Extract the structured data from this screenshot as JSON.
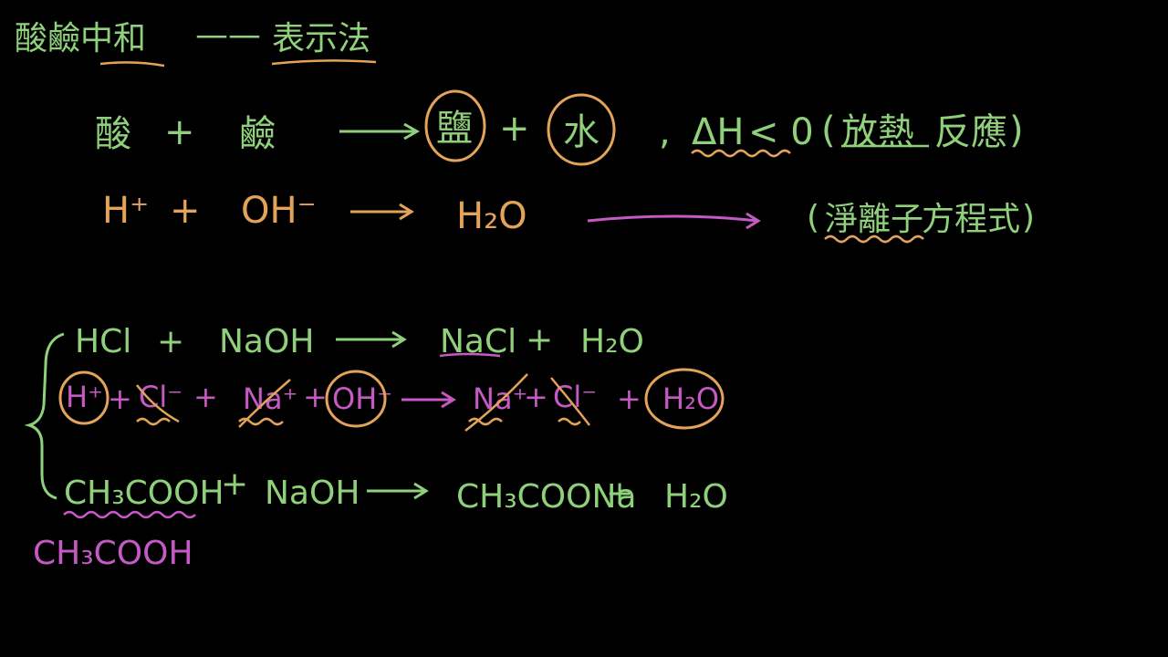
{
  "colors": {
    "green": "#8fd07a",
    "orange": "#e3a35a",
    "magenta": "#c65ac4",
    "background": "#000000"
  },
  "header": {
    "title_a": "酸鹼中和",
    "dash": "——",
    "title_b": "表示法"
  },
  "general": {
    "acid": "酸",
    "plus": "+",
    "base": "鹼",
    "salt": "鹽",
    "water": "水",
    "comma": ",",
    "dh": "ΔH",
    "lt_zero": "< 0",
    "note_open": "(",
    "note_a": "放熱",
    "note_b": "反應",
    "note_close": ")"
  },
  "net_ionic": {
    "h": "H⁺",
    "oh": "OH⁻",
    "h2o": "H₂O",
    "label_open": "(",
    "label_a": "淨離子",
    "label_b": "方程式",
    "label_close": ")"
  },
  "eq_hcl": {
    "hcl": "HCl",
    "naoh": "NaOH",
    "nacl": "NaCl",
    "h2o": "H₂O"
  },
  "eq_ions": {
    "h": "H⁺",
    "cl": "Cl⁻",
    "na": "Na⁺",
    "oh": "OH⁻",
    "na2": "Na⁺",
    "cl2": "Cl⁻",
    "h2o": "H₂O"
  },
  "eq_acetic": {
    "acid": "CH₃COOH",
    "naoh": "NaOH",
    "salt": "CH₃COONa",
    "h2o": "H₂O"
  },
  "footer": {
    "formula": "CH₃COOH"
  }
}
